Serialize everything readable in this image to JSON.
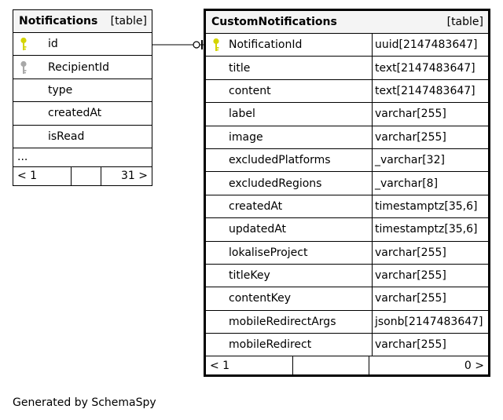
{
  "tables": {
    "notifications": {
      "name": "Notifications",
      "kind": "[table]",
      "columns": [
        {
          "name": "id",
          "key": "primary"
        },
        {
          "name": "RecipientId",
          "key": "foreign"
        },
        {
          "name": "type",
          "key": "none"
        },
        {
          "name": "createdAt",
          "key": "none"
        },
        {
          "name": "isRead",
          "key": "none"
        }
      ],
      "more": "...",
      "nav": {
        "prev": "< 1",
        "middle": "",
        "next": "31 >"
      }
    },
    "custom_notifications": {
      "name": "CustomNotifications",
      "kind": "[table]",
      "columns": [
        {
          "name": "NotificationId",
          "type": "uuid[2147483647]",
          "key": "primary"
        },
        {
          "name": "title",
          "type": "text[2147483647]",
          "key": "none"
        },
        {
          "name": "content",
          "type": "text[2147483647]",
          "key": "none"
        },
        {
          "name": "label",
          "type": "varchar[255]",
          "key": "none"
        },
        {
          "name": "image",
          "type": "varchar[255]",
          "key": "none"
        },
        {
          "name": "excludedPlatforms",
          "type": "_varchar[32]",
          "key": "none"
        },
        {
          "name": "excludedRegions",
          "type": "_varchar[8]",
          "key": "none"
        },
        {
          "name": "createdAt",
          "type": "timestamptz[35,6]",
          "key": "none"
        },
        {
          "name": "updatedAt",
          "type": "timestamptz[35,6]",
          "key": "none"
        },
        {
          "name": "lokaliseProject",
          "type": "varchar[255]",
          "key": "none"
        },
        {
          "name": "titleKey",
          "type": "varchar[255]",
          "key": "none"
        },
        {
          "name": "contentKey",
          "type": "varchar[255]",
          "key": "none"
        },
        {
          "name": "mobileRedirectArgs",
          "type": "jsonb[2147483647]",
          "key": "none"
        },
        {
          "name": "mobileRedirect",
          "type": "varchar[255]",
          "key": "none"
        }
      ],
      "nav": {
        "prev": "< 1",
        "middle": "",
        "next": "0 >"
      }
    }
  },
  "colors": {
    "primary_key": "#d4d400",
    "foreign_key": "#a8a8a8",
    "header_bg": "#f4f4f4"
  },
  "footer": "Generated by SchemaSpy"
}
